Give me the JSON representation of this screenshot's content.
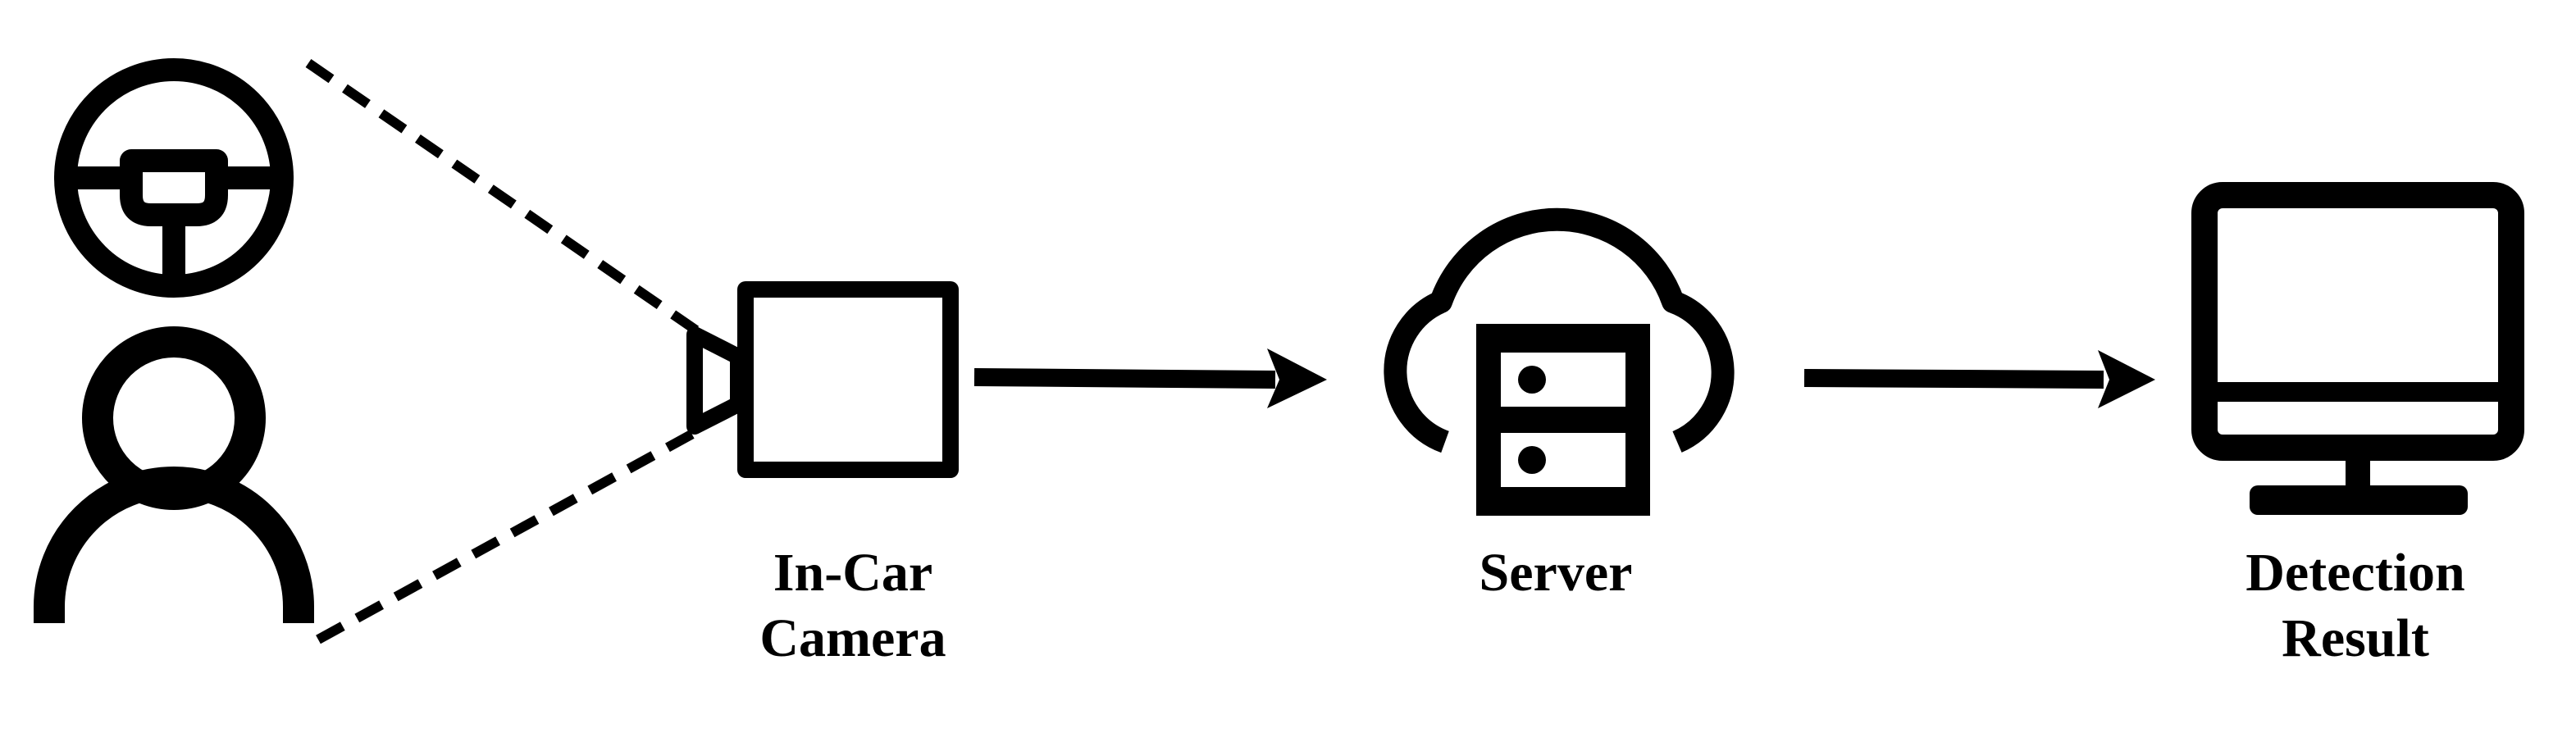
{
  "labels": {
    "camera_line1": "In-Car",
    "camera_line2": "Camera",
    "server": "Server",
    "result_line1": "Detection",
    "result_line2": "Result"
  },
  "icons": {
    "steering_wheel": "steering-wheel-icon",
    "driver": "person-icon",
    "camera": "camera-icon",
    "server": "cloud-server-icon",
    "monitor": "monitor-icon"
  },
  "colors": {
    "stroke": "#000000",
    "background": "#ffffff"
  }
}
